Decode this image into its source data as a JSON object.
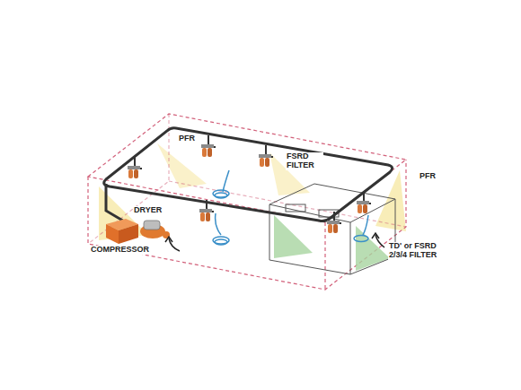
{
  "diagram": {
    "labels": [
      "PFR",
      "FSRD FILTER",
      "PFR",
      "DRYER",
      "COMPRESSOR",
      "TD' or FSRD 2/3/4 FILTER"
    ]
  }
}
